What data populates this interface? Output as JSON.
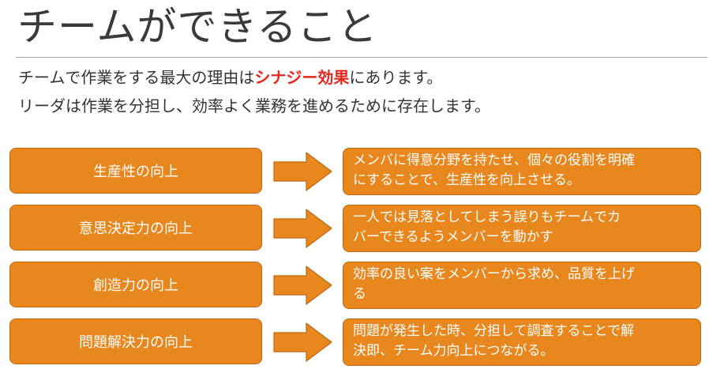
{
  "title": "チームができること",
  "intro": {
    "line1_before": "チームで作業をする最大の理由は",
    "line1_highlight": "シナジー効果",
    "line1_after": "にあります。",
    "line2": "リーダは作業を分担し、効率よく業務を進めるために存在します。"
  },
  "colors": {
    "box_fill": "#e8871e",
    "box_border": "#b96810",
    "highlight": "#e8261c",
    "text": "#333333"
  },
  "rows": [
    {
      "label": "生産性の向上",
      "description_line1": "メンバに得意分野を持たせ、個々の役割を明確",
      "description_line2": "にすることで、生産性を向上させる。"
    },
    {
      "label": "意思決定力の向上",
      "description_line1": "一人では見落としてしまう誤りもチームでカ",
      "description_line2": "バーできるようメンバーを動かす"
    },
    {
      "label": "創造力の向上",
      "description_line1": "効率の良い案をメンバーから求め、品質を上げ",
      "description_line2": "る"
    },
    {
      "label": "問題解決力の向上",
      "description_line1": "問題が発生した時、分担して調査することで解",
      "description_line2": "決即、チーム力向上につながる。"
    }
  ]
}
